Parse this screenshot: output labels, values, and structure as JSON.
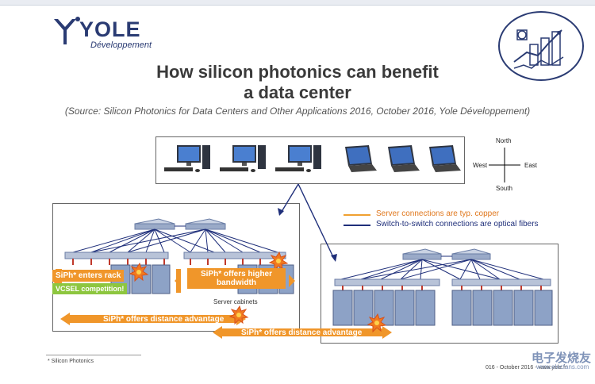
{
  "header": {
    "brand_main": "YOLE",
    "brand_sub": "Développement",
    "title_line1": "How silicon photonics can benefit",
    "title_line2": "a data center",
    "source": "(Source: Silicon Photonics for Data Centers and Other Applications 2016, October 2016, Yole Développement)"
  },
  "compass": {
    "north": "North",
    "south": "South",
    "east": "East",
    "west": "West"
  },
  "legend": {
    "copper": "Server connections are typ. copper",
    "optical": "Switch-to-switch connections are optical fibers",
    "copper_color": "#f0a030",
    "optical_color": "#1f2f7a"
  },
  "labels": {
    "enters_rack": "SiPh* enters rack",
    "vcsel": "VCSEL competition!",
    "higher_bandwidth_1": "SiPh* offers higher",
    "higher_bandwidth_2": "bandwidth",
    "server_cabinets": "Server cabinets",
    "distance_1": "SiPh* offers distance advantage",
    "distance_2": "SiPh* offers distance advantage"
  },
  "footer": {
    "footnote": "* Silicon Photonics",
    "page_note": "016 - October 2016 - www.yole.fr",
    "watermark": "电子发烧友",
    "watermark_url": "www.elecfans.com"
  },
  "colors": {
    "orange": "#f0962a",
    "green": "#8dc63f",
    "navy": "#1f2f7a",
    "cabinet": "#8da2c6",
    "switch": "#b8c3d8"
  }
}
